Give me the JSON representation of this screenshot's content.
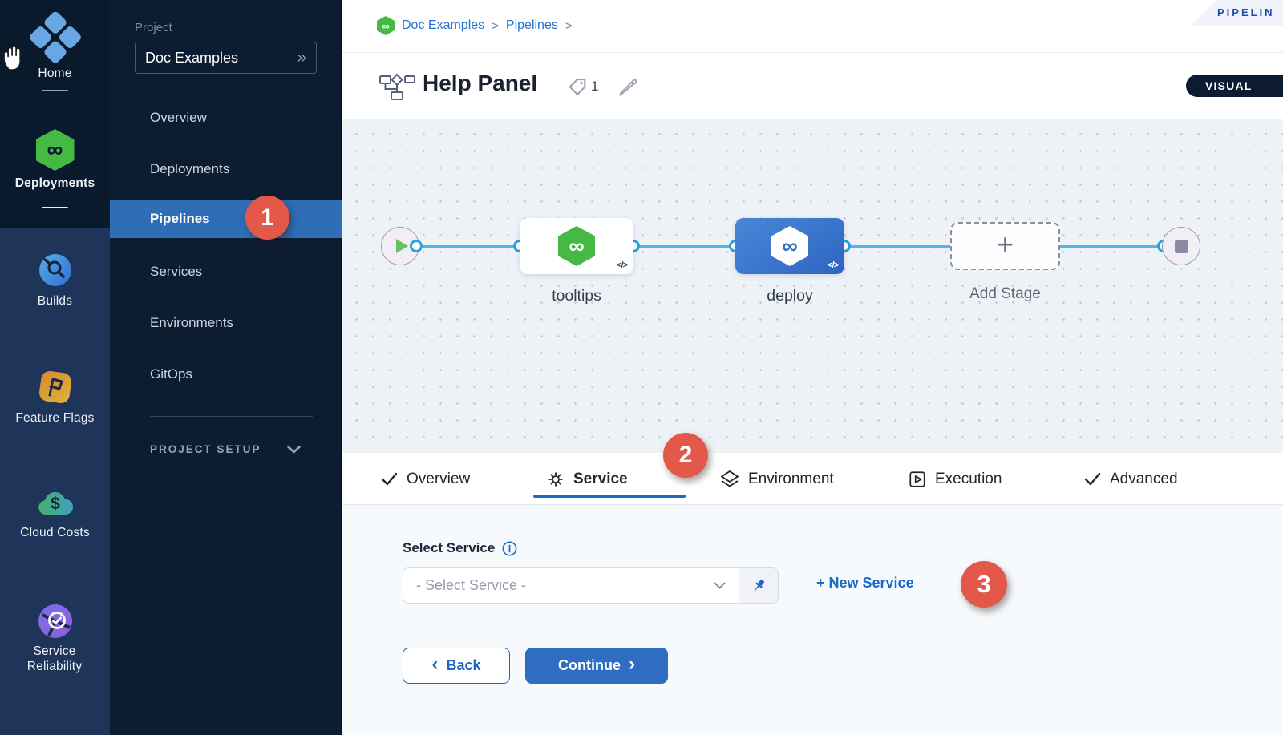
{
  "icons": {
    "infinity": "∞",
    "code": "</>",
    "double_chevron": "»",
    "plus": "+",
    "chevron_left": "‹",
    "chevron_right": "›"
  },
  "module_sidebar": {
    "items": [
      {
        "label": "Home"
      },
      {
        "label": "Deployments"
      },
      {
        "label": "Builds"
      },
      {
        "label": "Feature Flags"
      },
      {
        "label": "Cloud Costs"
      },
      {
        "label": "Service Reliability"
      }
    ]
  },
  "project_nav": {
    "section_label": "Project",
    "project_name": "Doc Examples",
    "items": [
      {
        "label": "Overview"
      },
      {
        "label": "Deployments"
      },
      {
        "label": "Pipelines",
        "badge": "1"
      },
      {
        "label": "Services"
      },
      {
        "label": "Environments"
      },
      {
        "label": "GitOps"
      }
    ],
    "setup_label": "PROJECT SETUP"
  },
  "header": {
    "breadcrumb_items": [
      "Doc Examples",
      "Pipelines"
    ],
    "separator": ">",
    "studio_tab_label": "PIPELIN",
    "title": "Help Panel",
    "tag_count": "1",
    "visual_toggle_label": "VISUAL"
  },
  "canvas": {
    "stages": [
      {
        "name": "tooltips"
      },
      {
        "name": "deploy"
      }
    ],
    "add_stage_label": "Add Stage"
  },
  "tabs": {
    "items": [
      {
        "label": "Overview"
      },
      {
        "label": "Service",
        "badge": "2"
      },
      {
        "label": "Environment"
      },
      {
        "label": "Execution"
      },
      {
        "label": "Advanced"
      }
    ]
  },
  "form": {
    "label": "Select Service",
    "placeholder": "- Select Service -",
    "new_service_label": "+ New Service",
    "badge": "3",
    "back_label": "Back",
    "continue_label": "Continue"
  },
  "colors": {
    "accent_blue": "#2368c4",
    "badge_red": "#e4584a",
    "harness_green": "#45b944",
    "node_blue_start": "#4a87d6",
    "node_blue_end": "#2d65c2",
    "sidebar_dark": "#0a1a2d",
    "sidebar_light": "#1f3459",
    "nav_dark": "#0c1c31",
    "selected_blue": "#2f6db6",
    "connector_blue": "#57b3e8"
  }
}
